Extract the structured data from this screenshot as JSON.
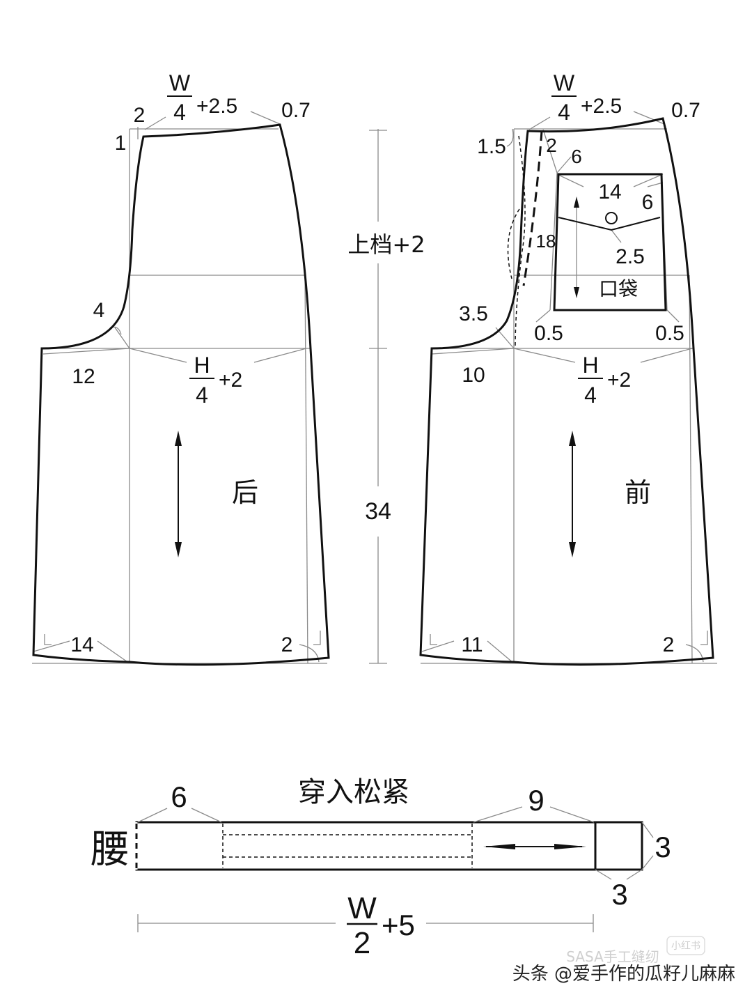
{
  "back_panel": {
    "name": "后",
    "waist_formula": {
      "num": "W",
      "den": "4",
      "suffix": "+2.5"
    },
    "dim_waist_left": "2",
    "dim_waist_rise": "1",
    "dim_waist_right": "0.7",
    "dim_curve": "4",
    "dim_crotch_ext": "12",
    "hip_formula": {
      "num": "H",
      "den": "4",
      "suffix": "+2"
    },
    "dim_hem_left": "14",
    "dim_hem_right": "2"
  },
  "front_panel": {
    "name": "前",
    "waist_formula": {
      "num": "W",
      "den": "4",
      "suffix": "+2.5"
    },
    "dim_fly": "1.5",
    "dim_waist_right": "0.7",
    "dim_pocket_offset_x": "2",
    "dim_pocket_offset_y": "6",
    "pocket_width": "14",
    "pocket_flap": "6",
    "pocket_height": "18",
    "pocket_point": "2.5",
    "pocket_label": "口袋",
    "dim_pocket_left_inset": "0.5",
    "dim_pocket_right_inset": "0.5",
    "dim_curve": "3.5",
    "dim_crotch_ext": "10",
    "hip_formula": {
      "num": "H",
      "den": "4",
      "suffix": "+2"
    },
    "dim_hem_left": "11",
    "dim_hem_right": "2"
  },
  "vertical_dims": {
    "rise": "上档+2",
    "length": "34"
  },
  "waistband": {
    "label": "腰",
    "elastic_note": "穿入松紧",
    "dim_left": "6",
    "dim_right": "9",
    "dim_height": "3",
    "dim_tab": "3",
    "length_formula": {
      "num": "W",
      "den": "2",
      "suffix": "+5"
    }
  },
  "watermark": {
    "text": "头条 @爱手作的瓜籽儿麻麻",
    "faint_badge": "小红书",
    "faint_text": "SASA手工缝纫"
  }
}
